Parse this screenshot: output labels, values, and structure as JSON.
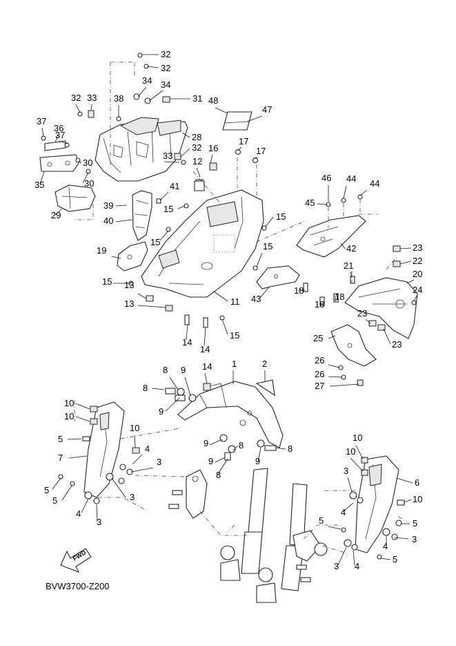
{
  "diagram_code": "BVW3700-Z200",
  "fwd_label": "FWD",
  "callouts": [
    "1",
    "2",
    "3",
    "4",
    "5",
    "6",
    "7",
    "8",
    "9",
    "10",
    "11",
    "12",
    "13",
    "14",
    "15",
    "16",
    "17",
    "18",
    "19",
    "20",
    "21",
    "22",
    "23",
    "24",
    "25",
    "26",
    "27",
    "28",
    "29",
    "30",
    "31",
    "32",
    "33",
    "34",
    "35",
    "36",
    "37",
    "38",
    "39",
    "40",
    "41",
    "42",
    "43",
    "44",
    "45",
    "46",
    "47",
    "48"
  ],
  "labels": [
    {
      "part": "32"
    },
    {
      "part": "32"
    },
    {
      "part": "34"
    },
    {
      "part": "34"
    },
    {
      "part": "32"
    },
    {
      "part": "33"
    },
    {
      "part": "38"
    },
    {
      "part": "31"
    },
    {
      "part": "48"
    },
    {
      "part": "47"
    },
    {
      "part": "37"
    },
    {
      "part": "36"
    },
    {
      "part": "37"
    },
    {
      "part": "28"
    },
    {
      "part": "32"
    },
    {
      "part": "33"
    },
    {
      "part": "30"
    },
    {
      "part": "30"
    },
    {
      "part": "35"
    },
    {
      "part": "29"
    },
    {
      "part": "17"
    },
    {
      "part": "17"
    },
    {
      "part": "16"
    },
    {
      "part": "12"
    },
    {
      "part": "41"
    },
    {
      "part": "39"
    },
    {
      "part": "40"
    },
    {
      "part": "15"
    },
    {
      "part": "15"
    },
    {
      "part": "15"
    },
    {
      "part": "15"
    },
    {
      "part": "19"
    },
    {
      "part": "15"
    },
    {
      "part": "13"
    },
    {
      "part": "13"
    },
    {
      "part": "11"
    },
    {
      "part": "14"
    },
    {
      "part": "14"
    },
    {
      "part": "15"
    },
    {
      "part": "46"
    },
    {
      "part": "44"
    },
    {
      "part": "44"
    },
    {
      "part": "45"
    },
    {
      "part": "42"
    },
    {
      "part": "43"
    },
    {
      "part": "18"
    },
    {
      "part": "18"
    },
    {
      "part": "18"
    },
    {
      "part": "23"
    },
    {
      "part": "22"
    },
    {
      "part": "21"
    },
    {
      "part": "20"
    },
    {
      "part": "24"
    },
    {
      "part": "23"
    },
    {
      "part": "23"
    },
    {
      "part": "25"
    },
    {
      "part": "26"
    },
    {
      "part": "26"
    },
    {
      "part": "27"
    },
    {
      "part": "1"
    },
    {
      "part": "2"
    },
    {
      "part": "8"
    },
    {
      "part": "9"
    },
    {
      "part": "14"
    },
    {
      "part": "8"
    },
    {
      "part": "9"
    },
    {
      "part": "10"
    },
    {
      "part": "10"
    },
    {
      "part": "5"
    },
    {
      "part": "7"
    },
    {
      "part": "10"
    },
    {
      "part": "4"
    },
    {
      "part": "3"
    },
    {
      "part": "9"
    },
    {
      "part": "8"
    },
    {
      "part": "9"
    },
    {
      "part": "9"
    },
    {
      "part": "8"
    },
    {
      "part": "8"
    },
    {
      "part": "5"
    },
    {
      "part": "5"
    },
    {
      "part": "4"
    },
    {
      "part": "3"
    },
    {
      "part": "3"
    },
    {
      "part": "10"
    },
    {
      "part": "10"
    },
    {
      "part": "3"
    },
    {
      "part": "6"
    },
    {
      "part": "4"
    },
    {
      "part": "10"
    },
    {
      "part": "5"
    },
    {
      "part": "5"
    },
    {
      "part": "3"
    },
    {
      "part": "4"
    },
    {
      "part": "3"
    },
    {
      "part": "4"
    },
    {
      "part": "5"
    }
  ]
}
